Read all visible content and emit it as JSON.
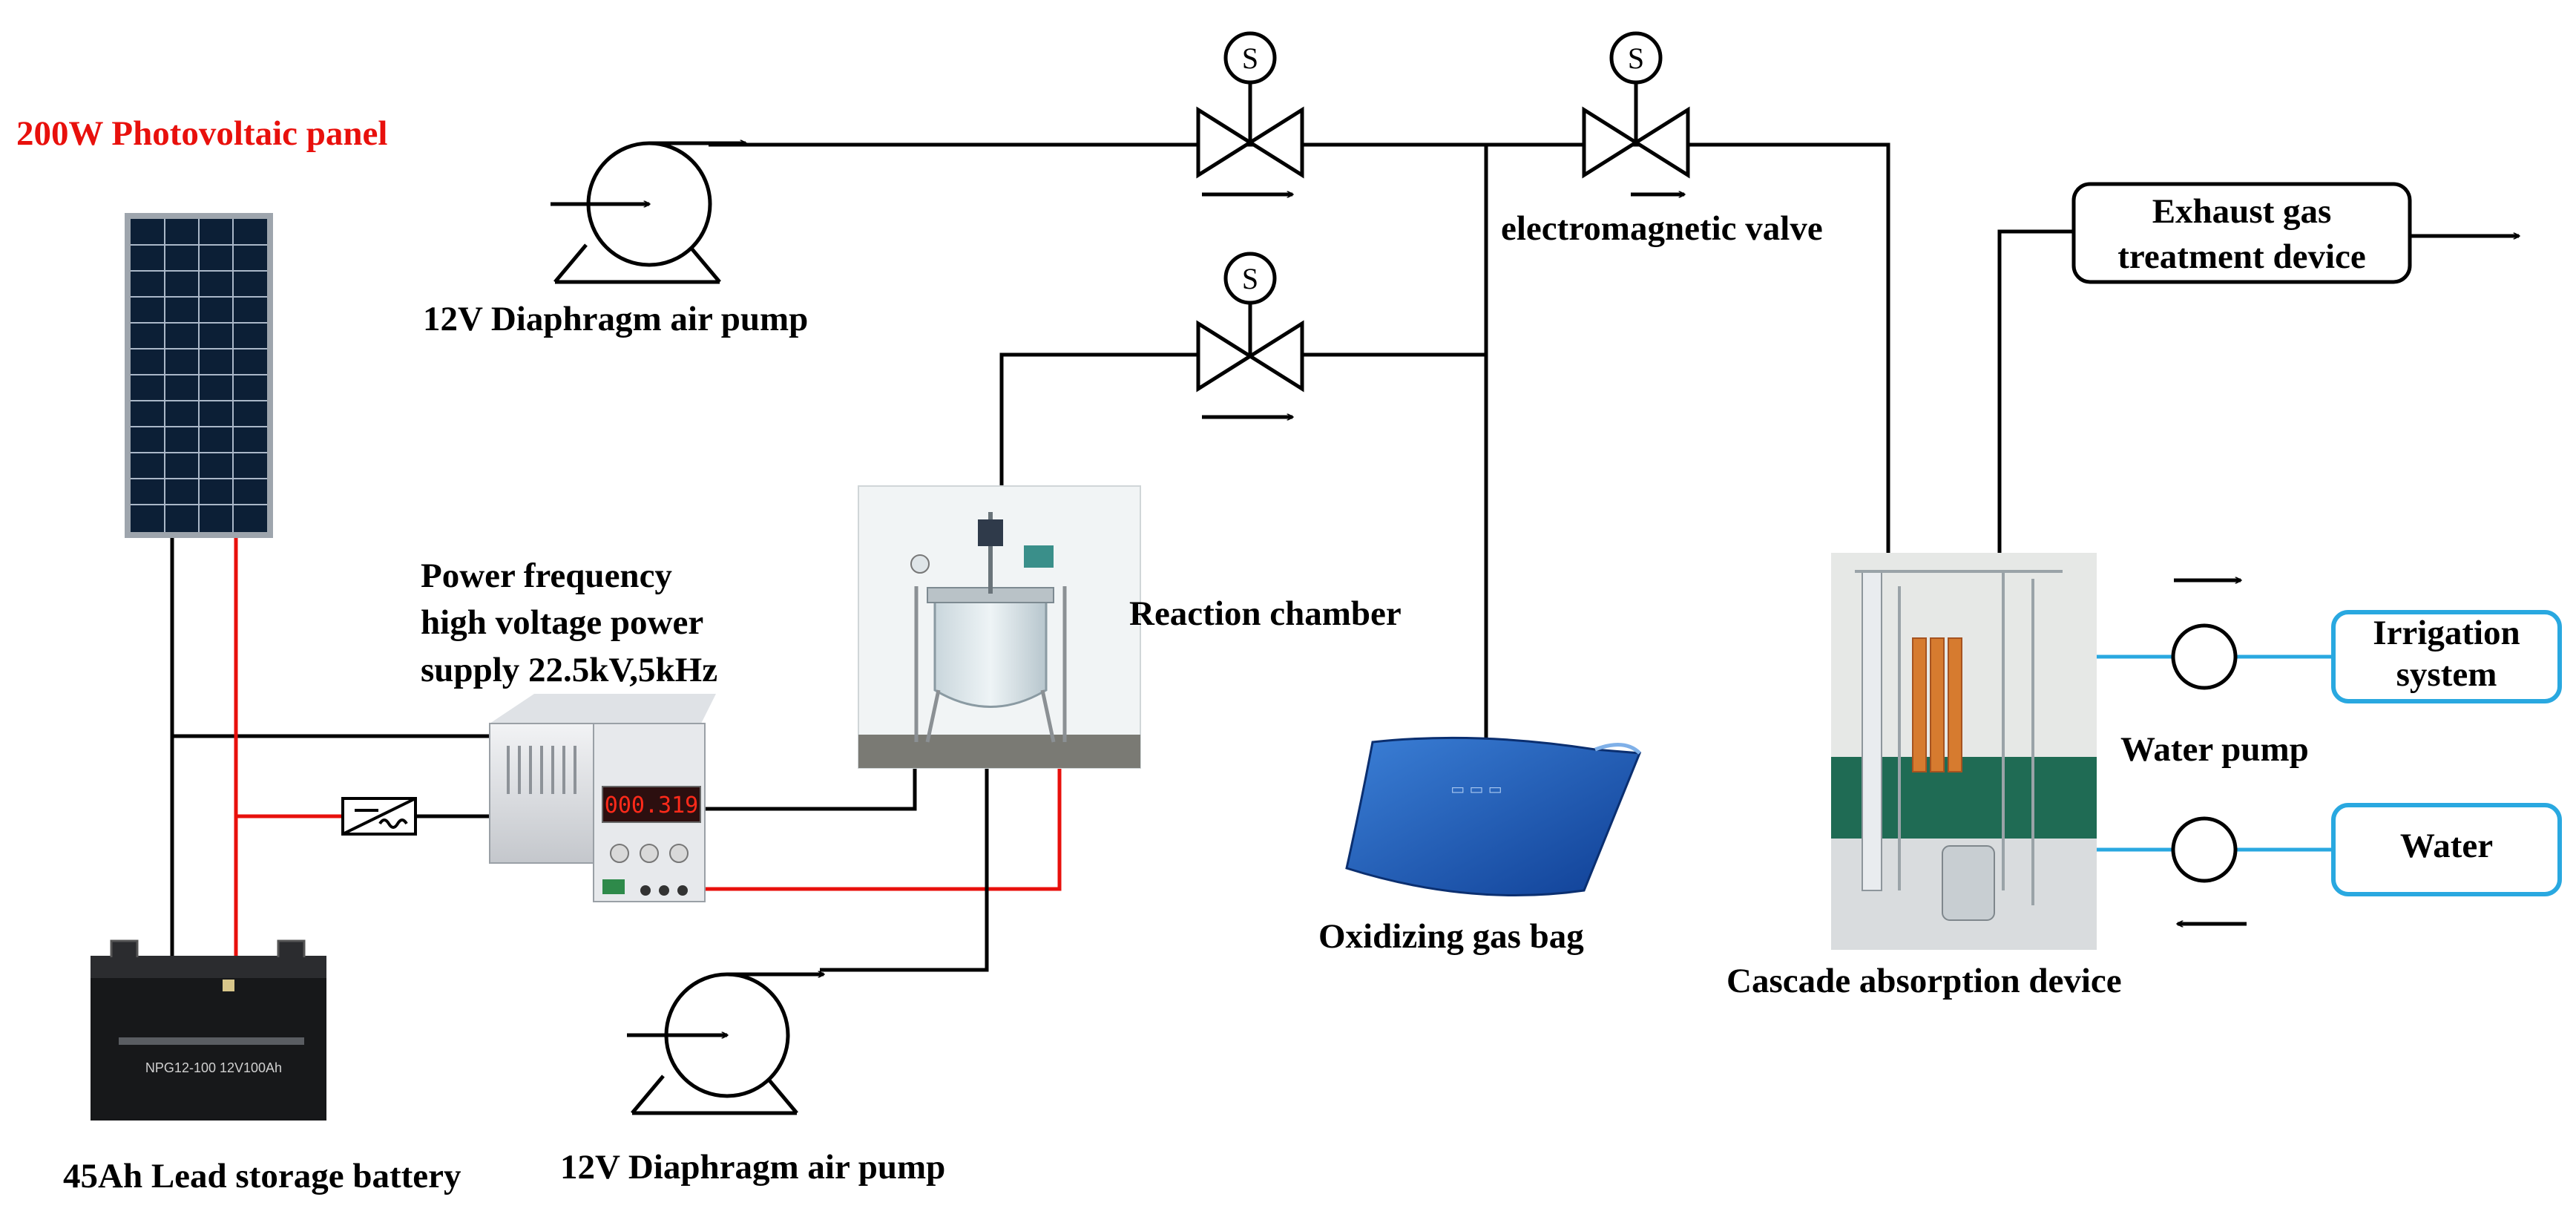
{
  "labels": {
    "pv_panel": "200W Photovoltaic panel",
    "pump_top": "12V Diaphragm air pump",
    "pump_bottom": "12V Diaphragm air pump",
    "hv_supply_1": "Power frequency",
    "hv_supply_2": "high voltage power",
    "hv_supply_3": "supply 22.5kV,5kHz",
    "reaction_chamber": "Reaction chamber",
    "em_valve": "electromagnetic valve",
    "exhaust_1": "Exhaust gas",
    "exhaust_2": "treatment device",
    "irrigation_1": "Irrigation",
    "irrigation_2": "system",
    "water_pump": "Water pump",
    "water": "Water",
    "gas_bag": "Oxidizing gas bag",
    "cascade": "Cascade  absorption  device",
    "battery": "45Ah Lead storage battery"
  },
  "valve_symbol": "S",
  "power_supply_display": "000.319",
  "battery_marking": "NPG12-100 12V100Ah",
  "colors": {
    "line": "#000000",
    "power_positive": "#e8100c",
    "water_line": "#29a8e0",
    "title_red": "#e8100c"
  },
  "icons": [
    "solar-panel-icon",
    "diaphragm-pump-icon",
    "solenoid-valve-icon",
    "converter-icon",
    "power-supply-icon",
    "reactor-icon",
    "gas-bag-icon",
    "absorption-column-icon",
    "battery-icon"
  ]
}
